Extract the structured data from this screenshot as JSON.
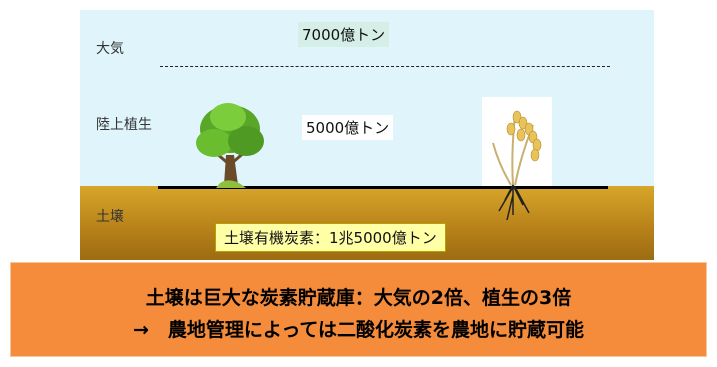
{
  "diagram": {
    "zones": {
      "atmosphere": "大気",
      "vegetation": "陸上植生",
      "soil": "土壌"
    },
    "amounts": {
      "atmosphere": "7000億トン",
      "vegetation": "5000億トン",
      "soil": "土壌有機炭素：1兆5000億トン"
    },
    "icons": [
      "tree-icon",
      "rice-plant-icon"
    ],
    "colors": {
      "sky": "#dff5fb",
      "soil": "#b9831a",
      "soil_label_bg": "#ffffa6"
    }
  },
  "banner": {
    "line1": "土壌は巨大な炭素貯蔵庫：大気の2倍、植生の3倍",
    "line2": "→　農地管理によっては二酸化炭素を農地に貯蔵可能",
    "color": "#f48c3c"
  }
}
